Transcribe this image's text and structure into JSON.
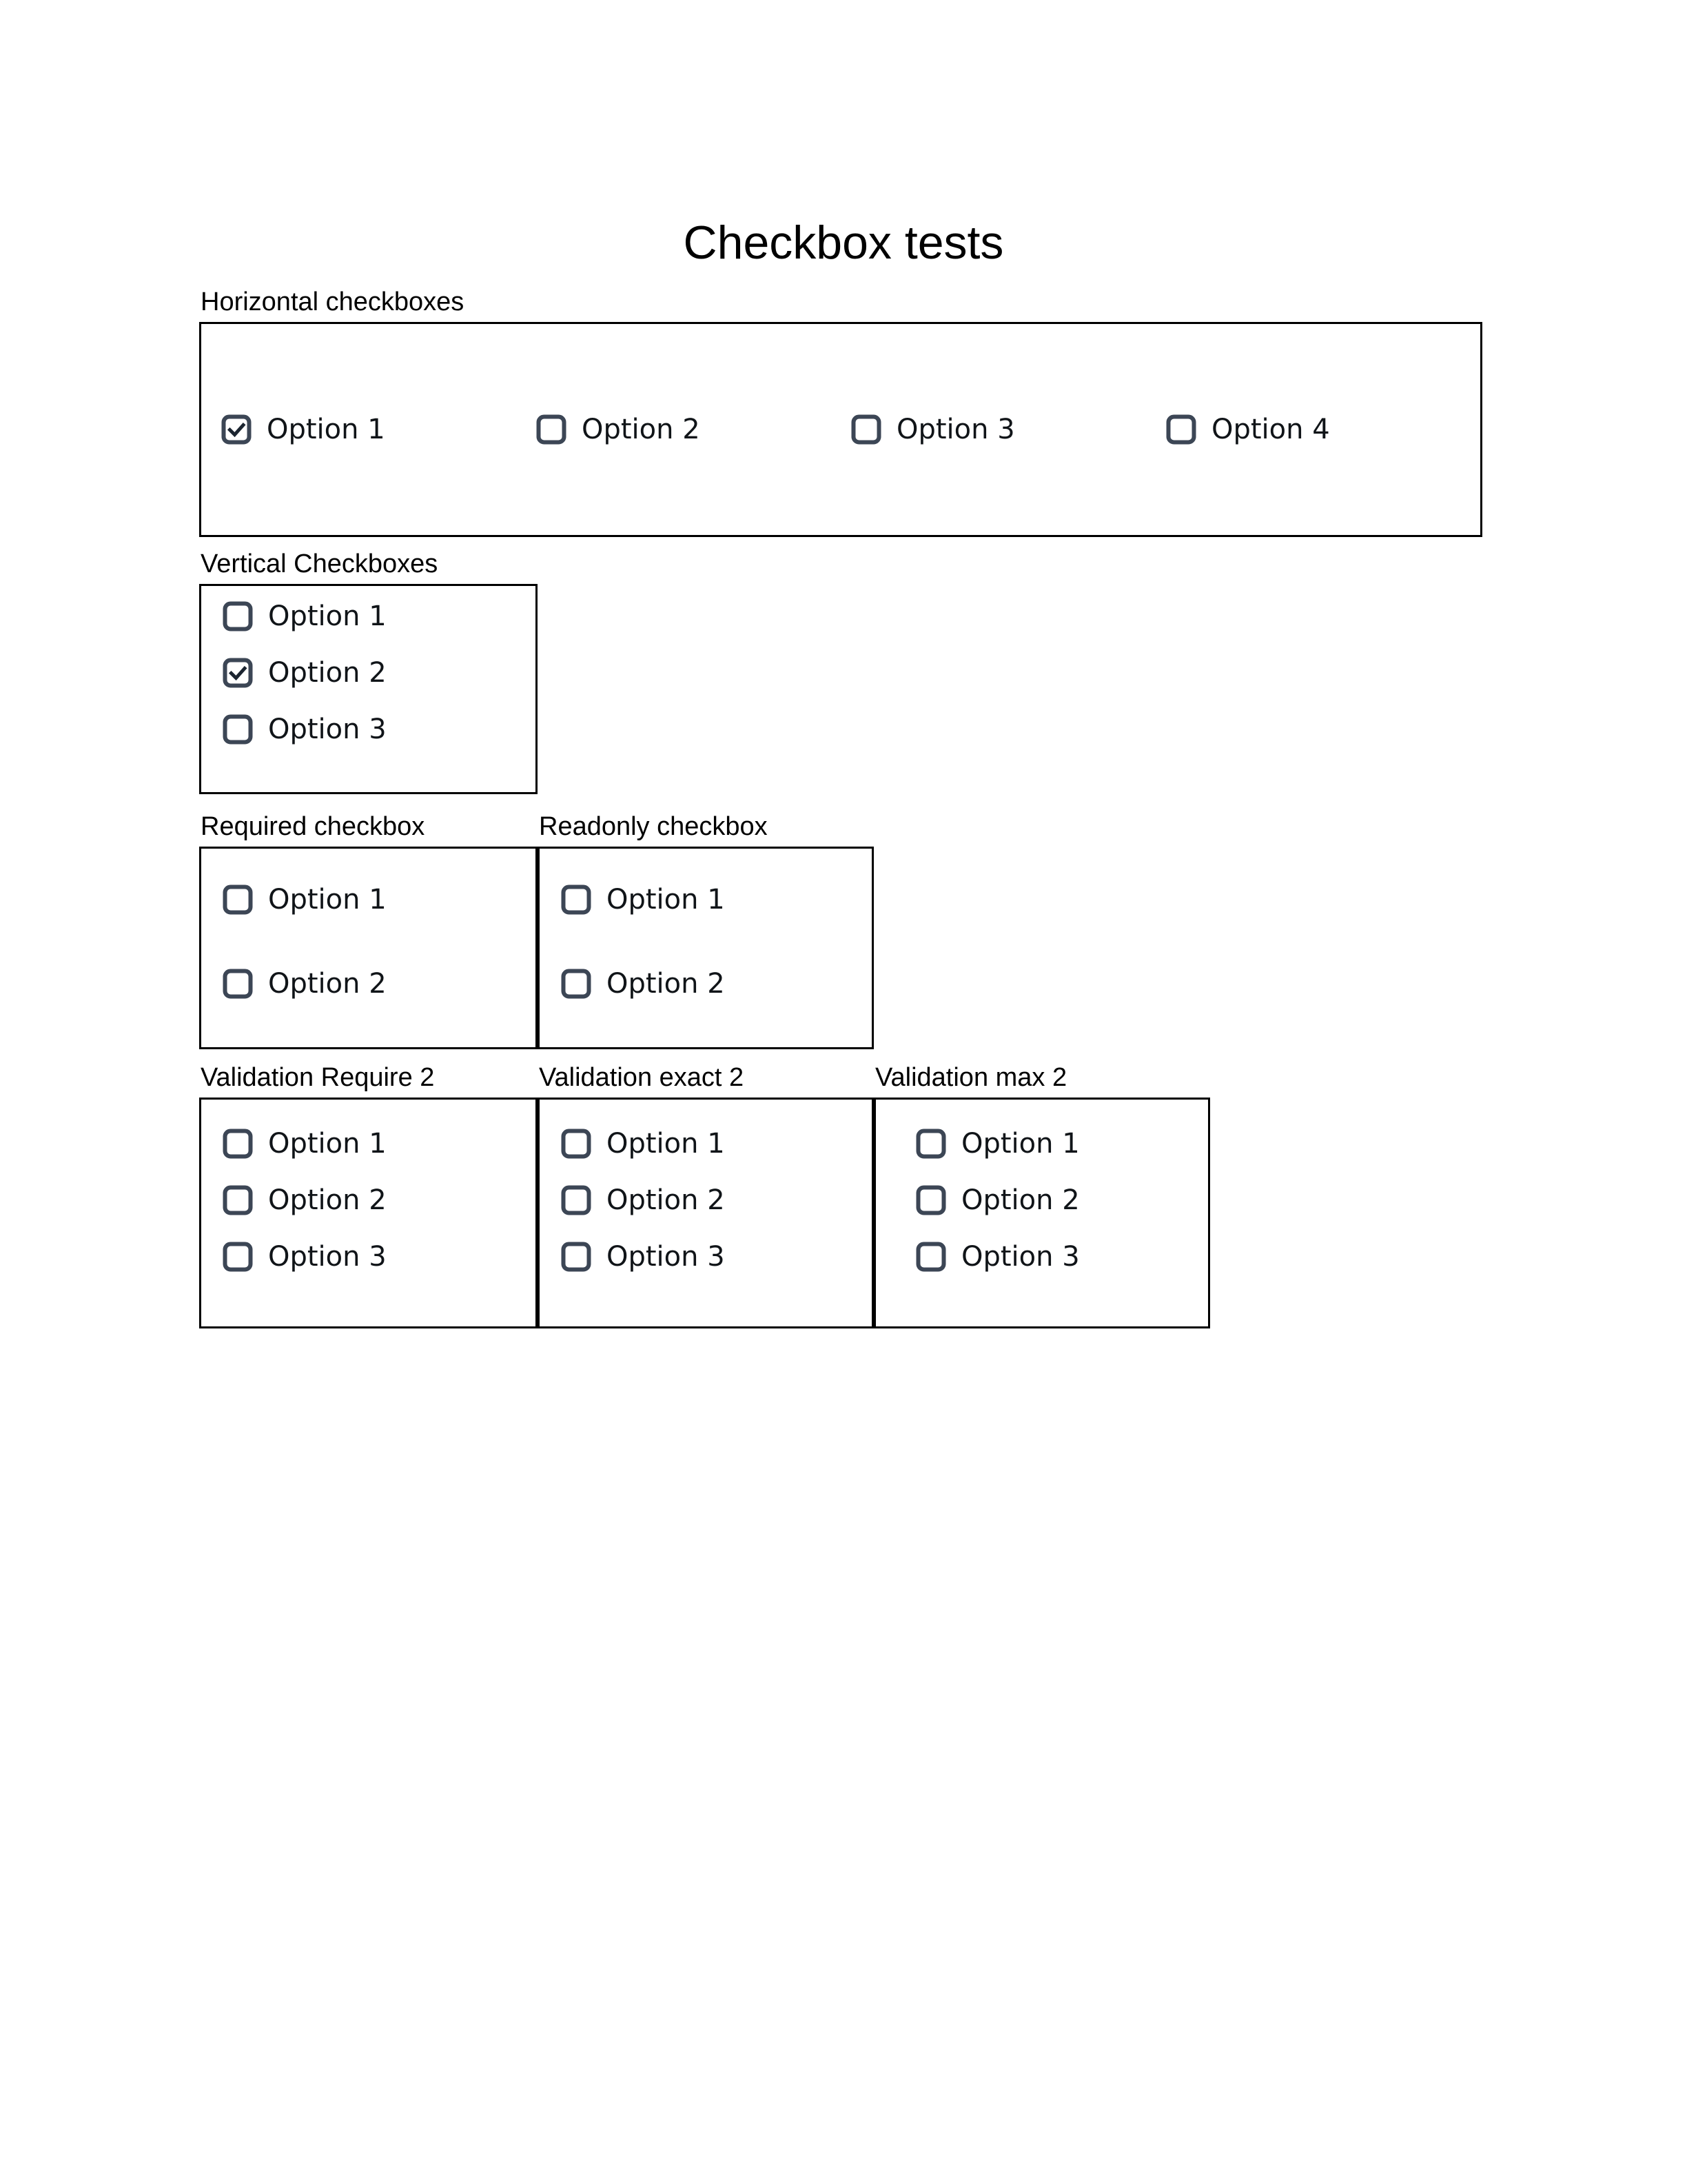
{
  "page": {
    "title": "Checkbox tests",
    "background": "#ffffff",
    "text_color": "#000000",
    "checkbox_color": "#3c4655",
    "border_color": "#000000"
  },
  "groups": {
    "horizontal": {
      "label": "Horizontal checkboxes",
      "layout": "horizontal",
      "options": [
        {
          "label": "Option 1",
          "checked": true,
          "icon": "checkbox-checked-icon"
        },
        {
          "label": "Option 2",
          "checked": false,
          "icon": "checkbox-unchecked-icon"
        },
        {
          "label": "Option 3",
          "checked": false,
          "icon": "checkbox-unchecked-icon"
        },
        {
          "label": "Option 4",
          "checked": false,
          "icon": "checkbox-unchecked-icon"
        }
      ]
    },
    "vertical": {
      "label": "Vertical Checkboxes",
      "layout": "vertical",
      "options": [
        {
          "label": "Option 1",
          "checked": false,
          "icon": "checkbox-unchecked-icon"
        },
        {
          "label": "Option 2",
          "checked": true,
          "icon": "checkbox-checked-icon"
        },
        {
          "label": "Option 3",
          "checked": false,
          "icon": "checkbox-unchecked-icon"
        }
      ]
    },
    "required": {
      "label": "Required checkbox",
      "layout": "vertical",
      "options": [
        {
          "label": "Option 1",
          "checked": false,
          "icon": "checkbox-unchecked-icon"
        },
        {
          "label": "Option 2",
          "checked": false,
          "icon": "checkbox-unchecked-icon"
        }
      ]
    },
    "readonly": {
      "label": "Readonly checkbox",
      "layout": "vertical",
      "options": [
        {
          "label": "Option 1",
          "checked": false,
          "icon": "checkbox-unchecked-icon"
        },
        {
          "label": "Option 2",
          "checked": false,
          "icon": "checkbox-unchecked-icon"
        }
      ]
    },
    "validation_require": {
      "label": "Validation Require 2",
      "layout": "vertical",
      "options": [
        {
          "label": "Option 1",
          "checked": false,
          "icon": "checkbox-unchecked-icon"
        },
        {
          "label": "Option 2",
          "checked": false,
          "icon": "checkbox-unchecked-icon"
        },
        {
          "label": "Option 3",
          "checked": false,
          "icon": "checkbox-unchecked-icon"
        }
      ]
    },
    "validation_exact": {
      "label": "Validation exact 2",
      "layout": "vertical",
      "options": [
        {
          "label": "Option 1",
          "checked": false,
          "icon": "checkbox-unchecked-icon"
        },
        {
          "label": "Option 2",
          "checked": false,
          "icon": "checkbox-unchecked-icon"
        },
        {
          "label": "Option 3",
          "checked": false,
          "icon": "checkbox-unchecked-icon"
        }
      ]
    },
    "validation_max": {
      "label": "Validation max 2",
      "layout": "vertical",
      "options": [
        {
          "label": "Option 1",
          "checked": false,
          "icon": "checkbox-unchecked-icon"
        },
        {
          "label": "Option 2",
          "checked": false,
          "icon": "checkbox-unchecked-icon"
        },
        {
          "label": "Option 3",
          "checked": false,
          "icon": "checkbox-unchecked-icon"
        }
      ]
    }
  }
}
